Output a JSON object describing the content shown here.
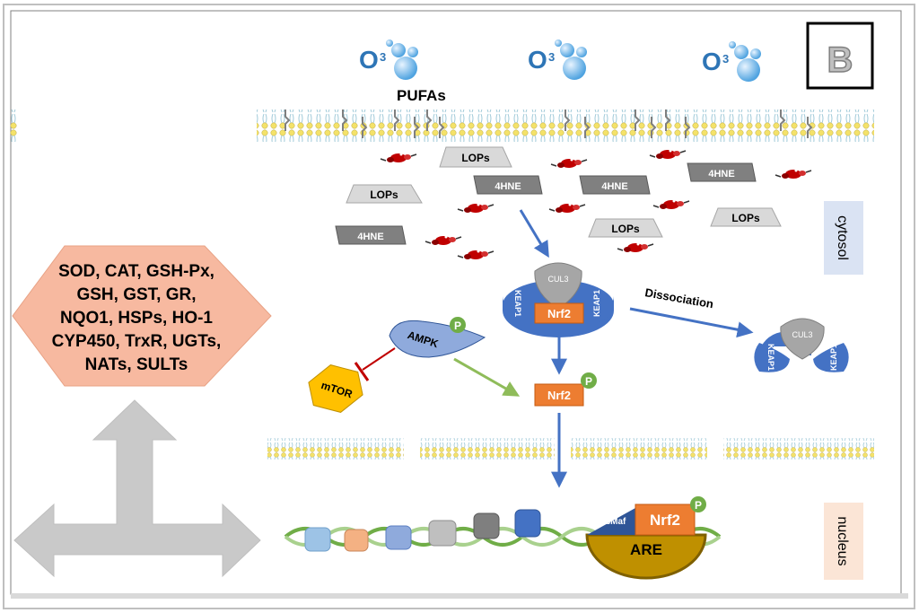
{
  "panel_label": "B",
  "ozone": {
    "label": "O",
    "subscript": "3"
  },
  "membrane_label": "PUFAs",
  "compartments": {
    "cytosol": "cytosol",
    "nucleus": "nucleus"
  },
  "products": {
    "lops": "LOPs",
    "hne": "4HNE"
  },
  "complex": {
    "cul3": "CUL3",
    "keap1": "KEAP1",
    "nrf2": "Nrf2"
  },
  "dissociation_label": "Dissociation",
  "ampk": {
    "label": "AMPK",
    "phospho": "P"
  },
  "mtor_label": "mTOR",
  "nrf2_phospho": {
    "label": "Nrf2",
    "phospho": "P"
  },
  "nuclear": {
    "smaf": "sMaf",
    "nrf2": "Nrf2",
    "phospho": "P",
    "are": "ARE"
  },
  "enzymes": {
    "line1": "SOD, CAT, GSH-Px,",
    "line2": "GSH, GST, GR,",
    "line3": "NQO1, HSPs, HO-1",
    "line4": "CYP450, TrxR, UGTs,",
    "line5": "NATs, SULTs"
  },
  "colors": {
    "hexagon": "#f7b9a0",
    "keap1": "#4472c4",
    "cul3": "#a6a6a6",
    "nrf2": "#ed7d31",
    "phospho": "#70ad47",
    "mtor": "#ffc000",
    "ampk": "#8faadc",
    "are": "#bf9000",
    "cytosol_box": "#dae3f3",
    "nucleus_box": "#fbe5d6",
    "arrow_blue": "#4472c4",
    "arrow_green": "#8fbc5a",
    "inhibit_red": "#c00000",
    "radical": "#c00000"
  }
}
